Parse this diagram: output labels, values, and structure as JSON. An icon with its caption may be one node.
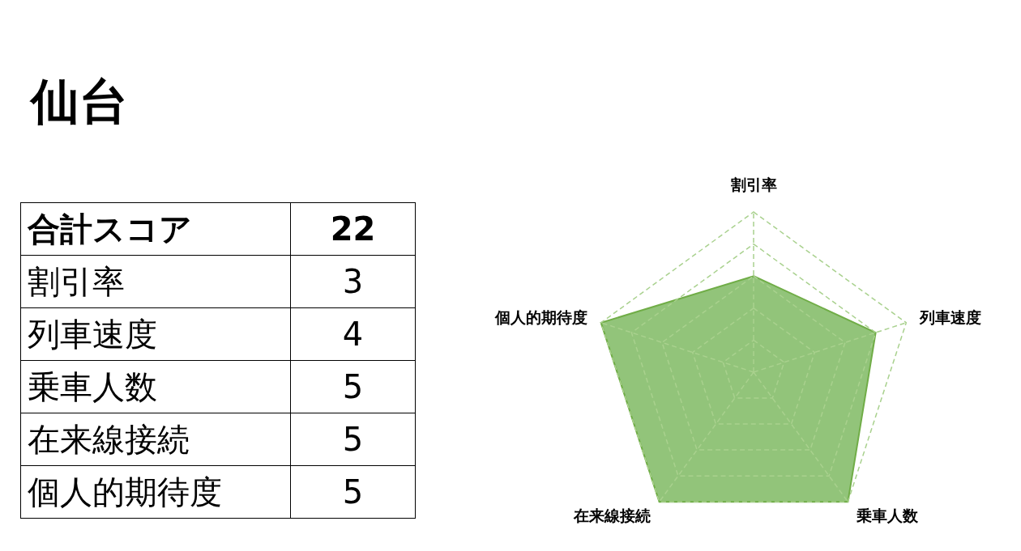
{
  "diagram": {
    "title": "仙台",
    "labels": [
      "合計スコア",
      "22",
      "割引率",
      "3",
      "列車速度",
      "4",
      "乗車人数",
      "5",
      "在来線接続",
      "5",
      "個人的期待度",
      "5",
      "割引率",
      "個人的期待度",
      "列車速度",
      "在来線接続",
      "乗車人数"
    ]
  }
}
